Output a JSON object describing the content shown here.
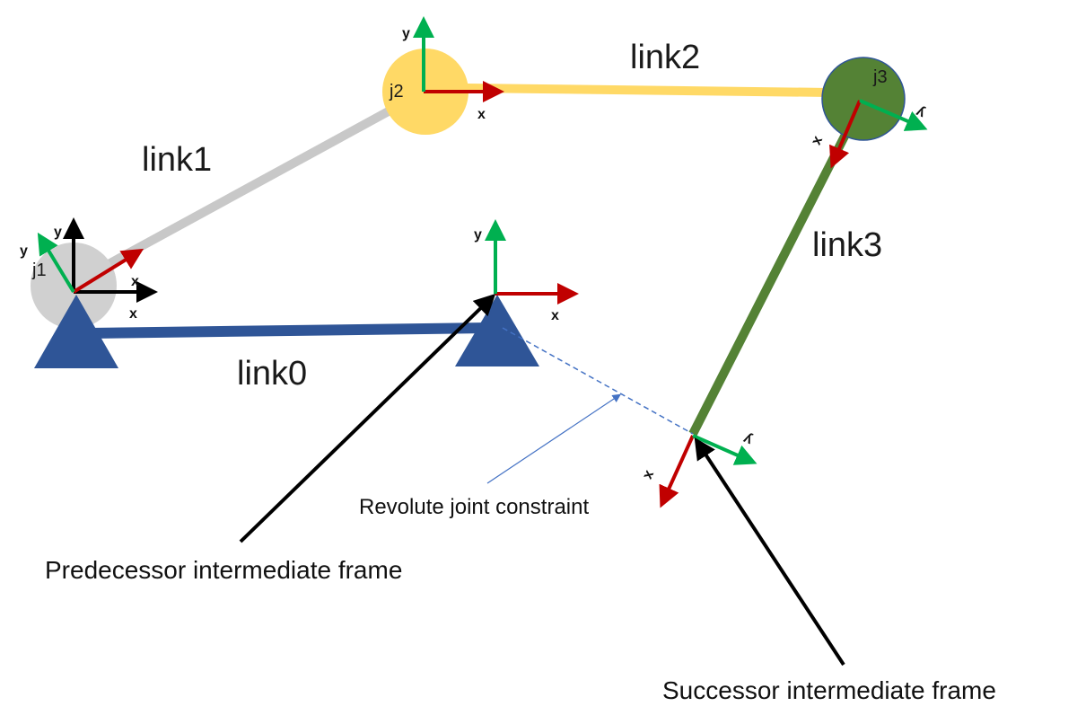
{
  "links": {
    "link0": "link0",
    "link1": "link1",
    "link2": "link2",
    "link3": "link3"
  },
  "joints": {
    "j1": "j1",
    "j2": "j2",
    "j3": "j3"
  },
  "axes": {
    "x": "x",
    "y": "y"
  },
  "annotations": {
    "revolute_constraint": "Revolute joint constraint",
    "predecessor": "Predecessor intermediate frame",
    "successor": "Successor intermediate frame"
  },
  "colors": {
    "x_axis": "#c00000",
    "y_axis": "#00b050",
    "black_axis": "#000000",
    "link0": "#2f5597",
    "link1": "#c8c8c8",
    "link2": "#ffd966",
    "link3": "#548235",
    "j1_fill": "#d0d0d0",
    "j2_fill": "#ffd966",
    "j3_fill": "#548235",
    "ground": "#2f5597",
    "constraint": "#4472c4"
  }
}
